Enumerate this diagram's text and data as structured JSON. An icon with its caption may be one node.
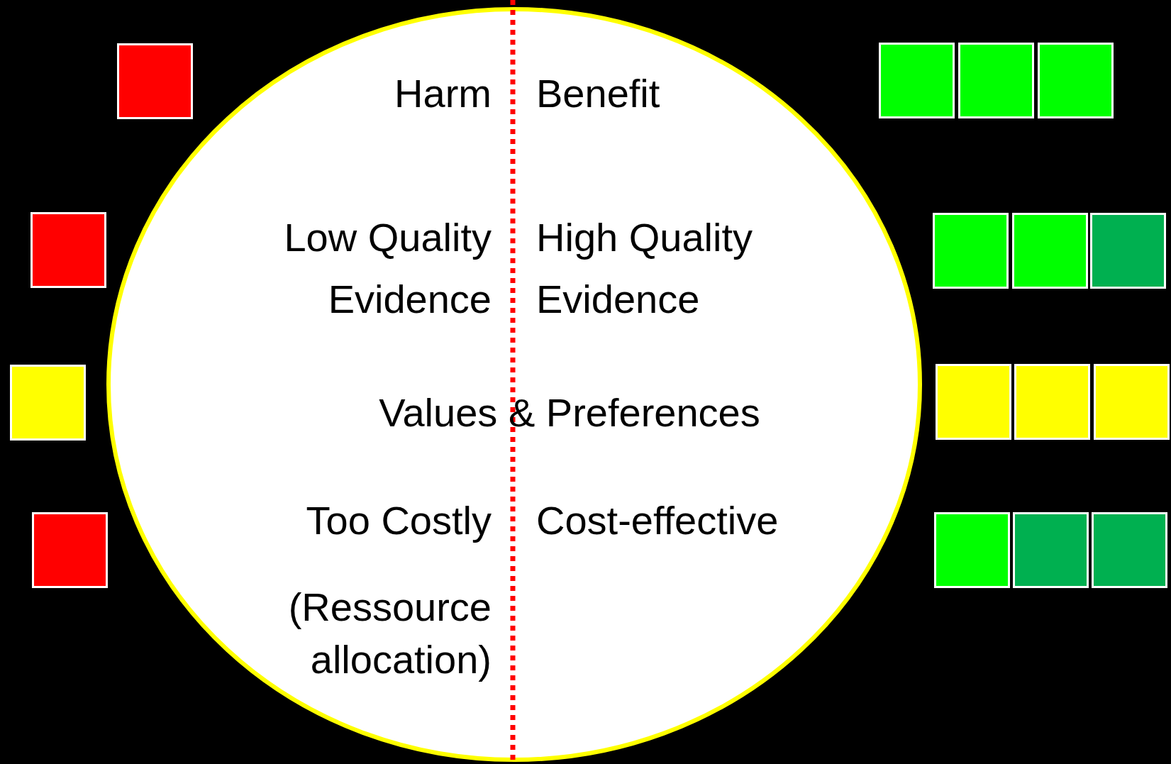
{
  "diagram": {
    "nodes": [
      {
        "text": [
          "Harm",
          "Benefit",
          "Low Quality Evidence",
          "High Quality Evidence",
          "Values & Preferences",
          "Too Costly",
          "Cost-effective",
          "(Ressource allocation)"
        ]
      },
      {
        "text": [],
        "shape": "box"
      },
      {
        "text": [],
        "shape": "box"
      },
      {
        "text": [],
        "shape": "box"
      },
      {
        "text": [],
        "shape": "box"
      },
      {
        "text": [],
        "shape": "box"
      },
      {
        "text": [],
        "shape": "box"
      },
      {
        "text": [],
        "shape": "box"
      },
      {
        "text": [],
        "shape": "box"
      },
      {
        "text": [],
        "shape": "box"
      },
      {
        "text": [],
        "shape": "box"
      },
      {
        "text": [],
        "shape": "box"
      },
      {
        "text": [],
        "shape": "box"
      },
      {
        "text": [],
        "shape": "box"
      },
      {
        "text": [],
        "shape": "box"
      },
      {
        "text": [],
        "shape": "box"
      },
      {
        "text": [],
        "shape": "box"
      }
    ]
  }
}
